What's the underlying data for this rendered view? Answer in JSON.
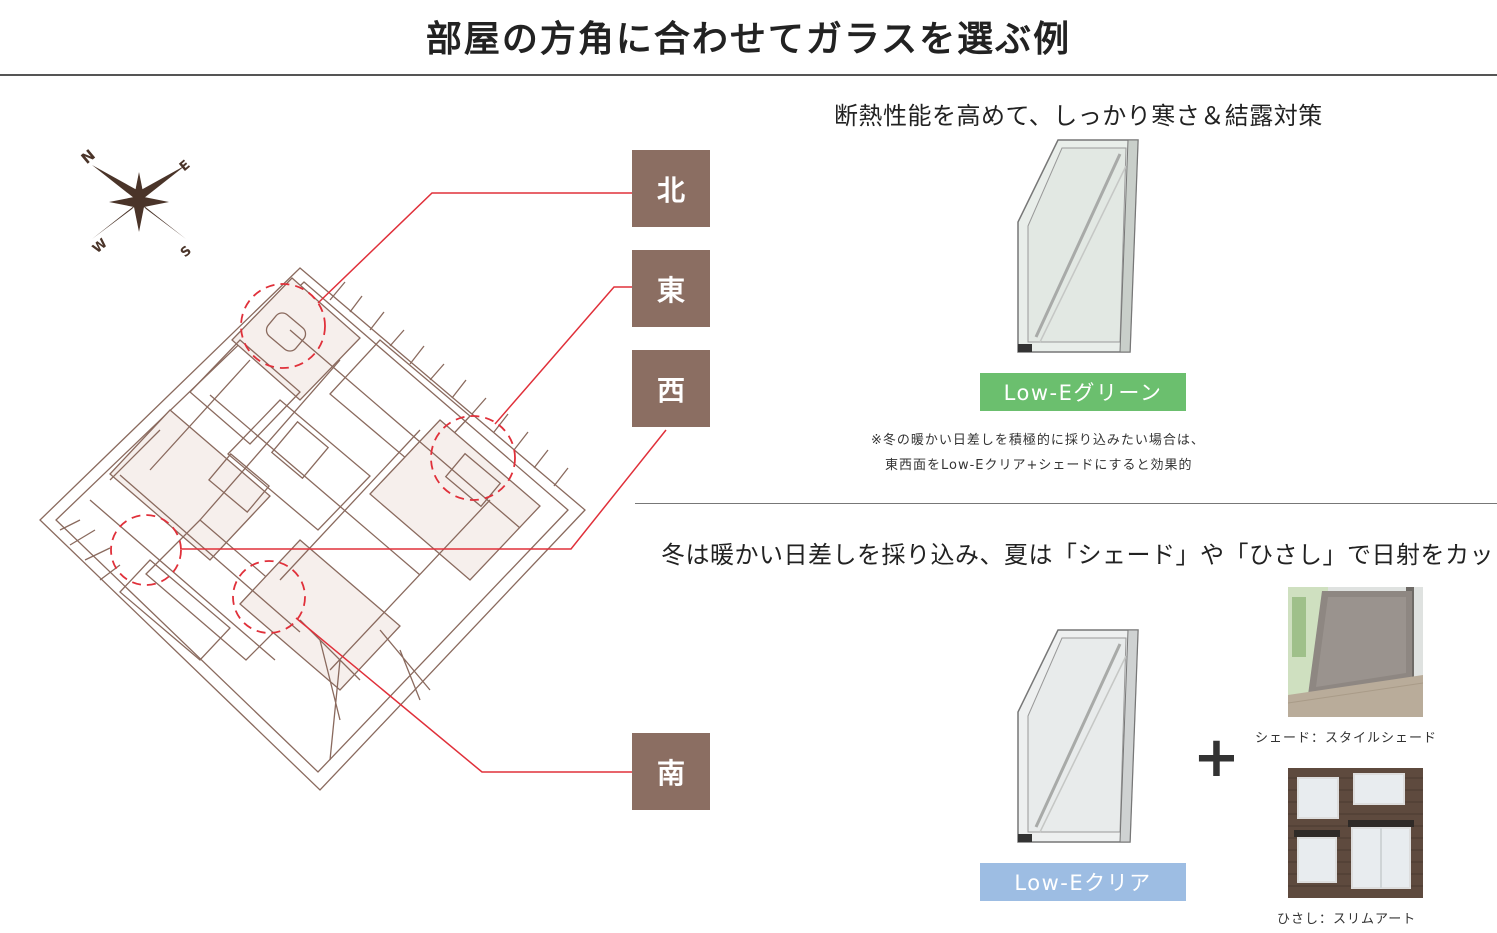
{
  "title": "部屋の方角に合わせてガラスを選ぶ例",
  "compass": {
    "n": "N",
    "e": "E",
    "s": "S",
    "w": "W"
  },
  "directions": {
    "north": "北",
    "east": "東",
    "west": "西",
    "south": "南"
  },
  "section1": {
    "heading": "断熱性能を高めて、しっかり寒さ＆結露対策",
    "badge": "Low-Eグリーン",
    "badge_color": "#6bbf6e",
    "note_line1": "※冬の暖かい日差しを積極的に採り込みたい場合は、",
    "note_line2": "東西面をLow-Eクリア+シェードにすると効果的"
  },
  "section2": {
    "heading": "冬は暖かい日差しを採り込み、夏は「シェード」や「ひさし」で日射をカット",
    "badge": "Low-Eクリア",
    "badge_color": "#9dbde3",
    "plus": "+",
    "shade_caption": "シェード：スタイルシェード",
    "hisashi_caption": "ひさし：スリムアート"
  },
  "colors": {
    "direction_box": "#8b6e62",
    "callout_line": "#e0303a",
    "sketch": "#8a6a5e"
  }
}
